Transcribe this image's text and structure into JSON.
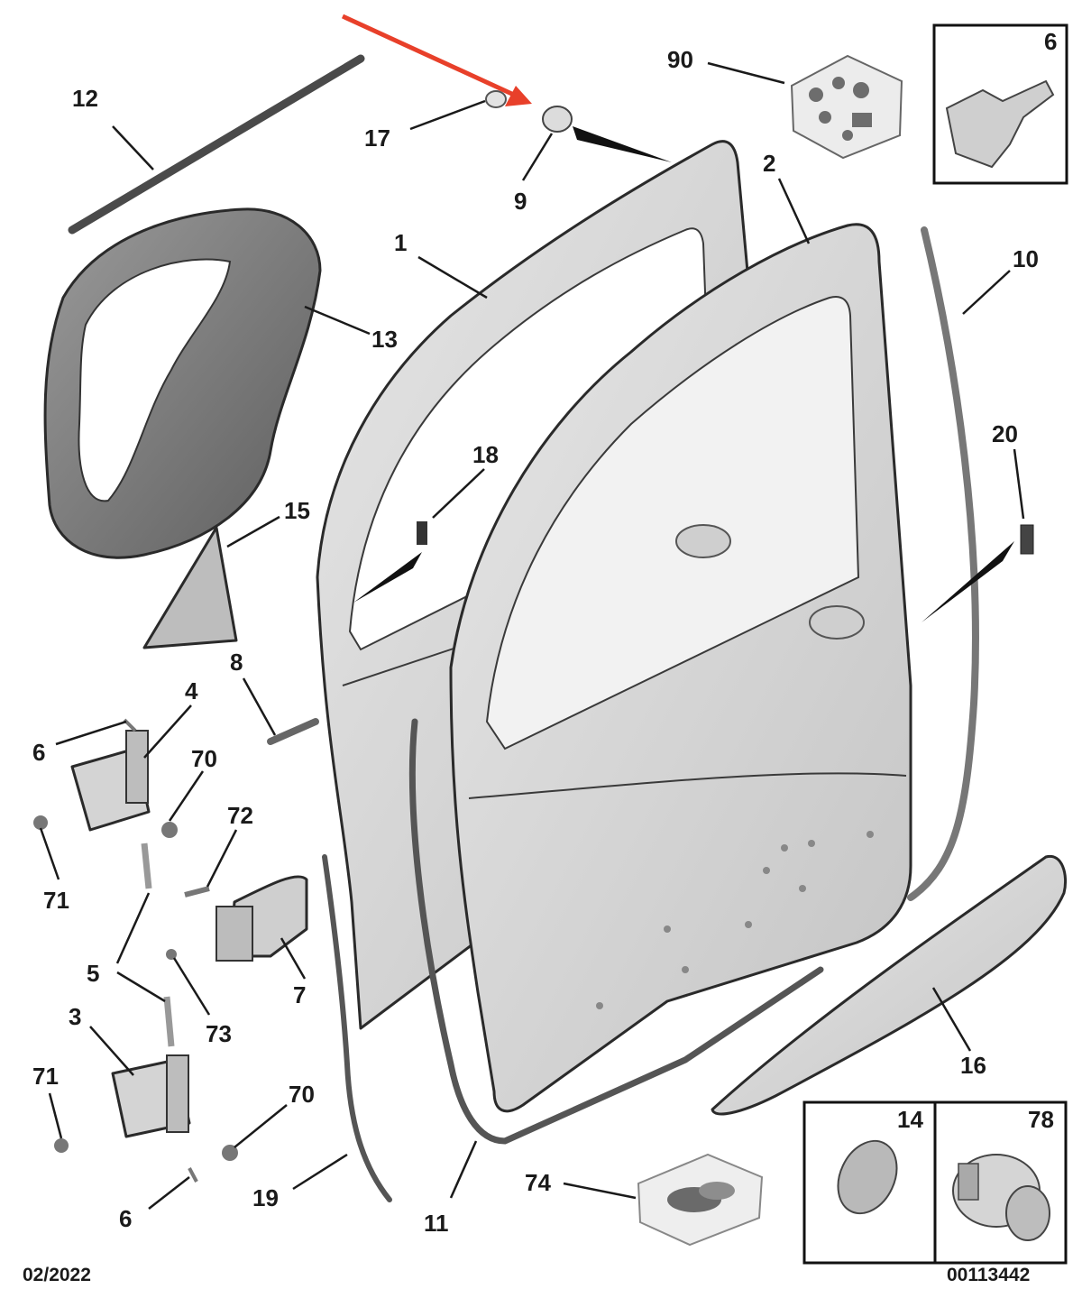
{
  "diagram": {
    "labels": {
      "l1": "1",
      "l2": "2",
      "l3": "3",
      "l4": "4",
      "l5": "5",
      "l6a": "6",
      "l6b": "6",
      "l6c": "6",
      "l7": "7",
      "l8": "8",
      "l9": "9",
      "l10": "10",
      "l11": "11",
      "l12": "12",
      "l13": "13",
      "l14": "14",
      "l15": "15",
      "l16": "16",
      "l17": "17",
      "l18": "18",
      "l19": "19",
      "l20": "20",
      "l70a": "70",
      "l70b": "70",
      "l71a": "71",
      "l71b": "71",
      "l72": "72",
      "l73": "73",
      "l74": "74",
      "l78": "78",
      "l90": "90"
    },
    "footer": {
      "date": "02/2022",
      "reference": "00113442"
    },
    "colors": {
      "part_fill": "#d9d9d9",
      "part_dark": "#8a8a8a",
      "seal": "#555555",
      "highlight_arrow": "#e8402a"
    }
  }
}
